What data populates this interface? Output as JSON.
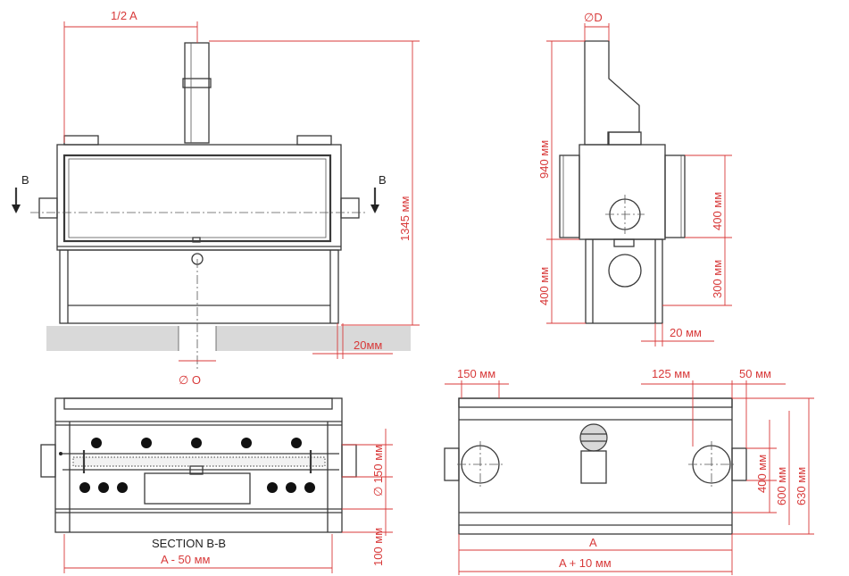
{
  "front_view": {
    "half_a_label": "1/2 A",
    "height_label": "1345 мм",
    "gap_label": "20мм",
    "diameter_label": "∅ O",
    "section_mark": "B"
  },
  "side_view": {
    "diameter_label": "∅D",
    "height_940_label": "940 мм",
    "height_400_label": "400 мм",
    "right_400_label": "400 мм",
    "right_300_label": "300 мм",
    "gap_label": "20 мм"
  },
  "section_view": {
    "title": "SECTION B-B",
    "width_label": "A - 50 мм",
    "hole_150_label": "∅ 150 мм",
    "offset_100_label": "100 мм"
  },
  "top_view": {
    "label_150": "150 мм",
    "label_125": "125 мм",
    "label_50": "50 мм",
    "label_a": "A",
    "label_a10": "A + 10 мм",
    "label_400": "400 мм",
    "label_600": "600 мм",
    "label_630": "630 мм"
  }
}
